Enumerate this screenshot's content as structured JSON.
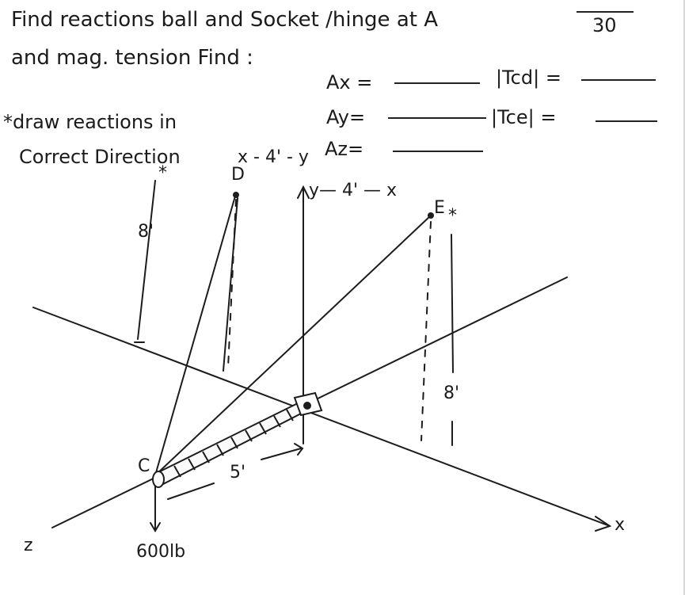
{
  "header": {
    "line1": "Find reactions ball and Socket /hinge at A",
    "line2": "and mag. tension Find :",
    "score": "30"
  },
  "instruction": {
    "line1": "*draw reactions in",
    "line2": "Correct Direction"
  },
  "answers": {
    "ax": "Ax =",
    "ay": "Ay=",
    "az": "Az=",
    "tcd": "|Tcd| =",
    "tce": "|Tce| ="
  },
  "diagram": {
    "dim_left": "x - 4' - y",
    "dim_right": "y— 4' — x",
    "point_d": "D",
    "point_e": "E",
    "point_c": "C",
    "star": "*",
    "height_left": "8'",
    "height_right": "8'",
    "length": "5'",
    "axis_x": "x",
    "axis_y": "y",
    "axis_z": "z",
    "load": "600lb"
  }
}
